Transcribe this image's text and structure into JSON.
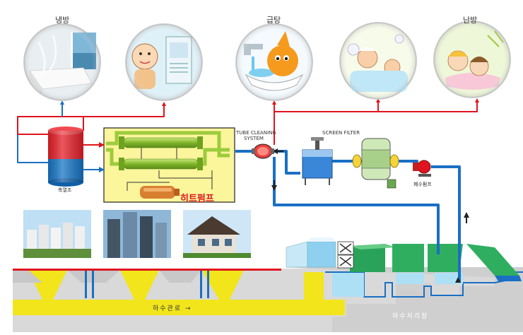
{
  "labels": {
    "cooling": "냉방",
    "hot_water": "급탕",
    "heating": "난방",
    "heat_storage_tank": "축열조",
    "tube_cleaning_line1": "TUBE CLEANING",
    "tube_cleaning_line2": "SYSTEM",
    "screen_filter": "SCREEN FILTER",
    "drain_pump": "폐수펌프",
    "heat_pump": "히트펌프",
    "sewer_pipe": "하수관로 →",
    "sewage_treatment": "하수처리장"
  },
  "colors": {
    "hot_line": "#e0141e",
    "water_line": "#1a6fc4",
    "heat_pump_box": "#fbf59c",
    "heat_exchanger": "#9ccc3c",
    "ground": "#d8d8d8",
    "sewer": "#f0e020",
    "tank_top": "#e8202a",
    "tank_bottom": "#1877c8"
  },
  "icons": {
    "bedroom": "bedroom-scene-icon",
    "air_conditioner": "air-conditioner-icon",
    "faucet": "faucet-character-icon",
    "bath": "bath-family-icon",
    "heated_floor": "heated-floor-icon",
    "apartments": "apartment-buildings-photo",
    "office": "office-towers-photo",
    "house": "house-photo"
  }
}
